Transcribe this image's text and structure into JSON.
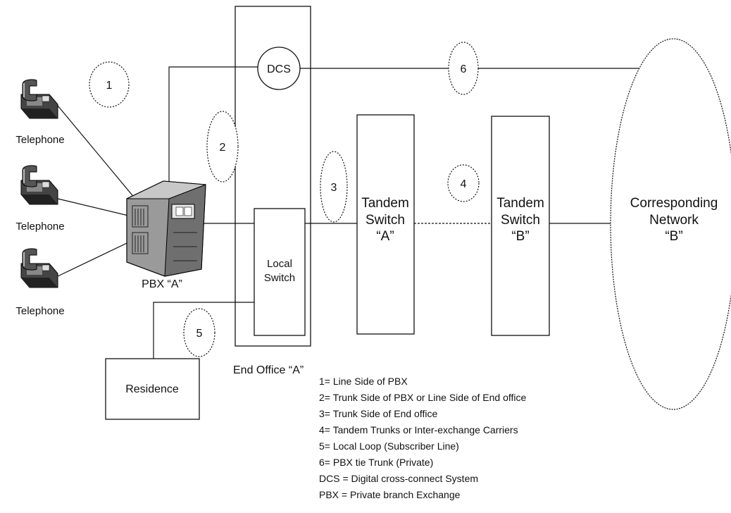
{
  "telephones": [
    "Telephone",
    "Telephone",
    "Telephone"
  ],
  "pbx": {
    "line1": "PBX “A”"
  },
  "dcs": "DCS",
  "end_office": "End Office “A”",
  "local_switch": {
    "line1": "Local",
    "line2": "Switch"
  },
  "tandem_a": {
    "line1": "Tandem",
    "line2": "Switch",
    "line3": "“A”"
  },
  "tandem_b": {
    "line1": "Tandem",
    "line2": "Switch",
    "line3": "“B”"
  },
  "network": {
    "line1": "Corresponding",
    "line2": "Network",
    "line3": "“B”"
  },
  "residence": "Residence",
  "markers": [
    "1",
    "2",
    "3",
    "4",
    "5",
    "6"
  ],
  "legend": [
    "1= Line Side of PBX",
    "2= Trunk Side of PBX or Line Side of End office",
    "3= Trunk Side of End office",
    "4= Tandem Trunks or Inter-exchange Carriers",
    "5= Local Loop (Subscriber Line)",
    "6= PBX tie Trunk (Private)",
    "DCS = Digital cross-connect System",
    "PBX = Private branch Exchange"
  ]
}
